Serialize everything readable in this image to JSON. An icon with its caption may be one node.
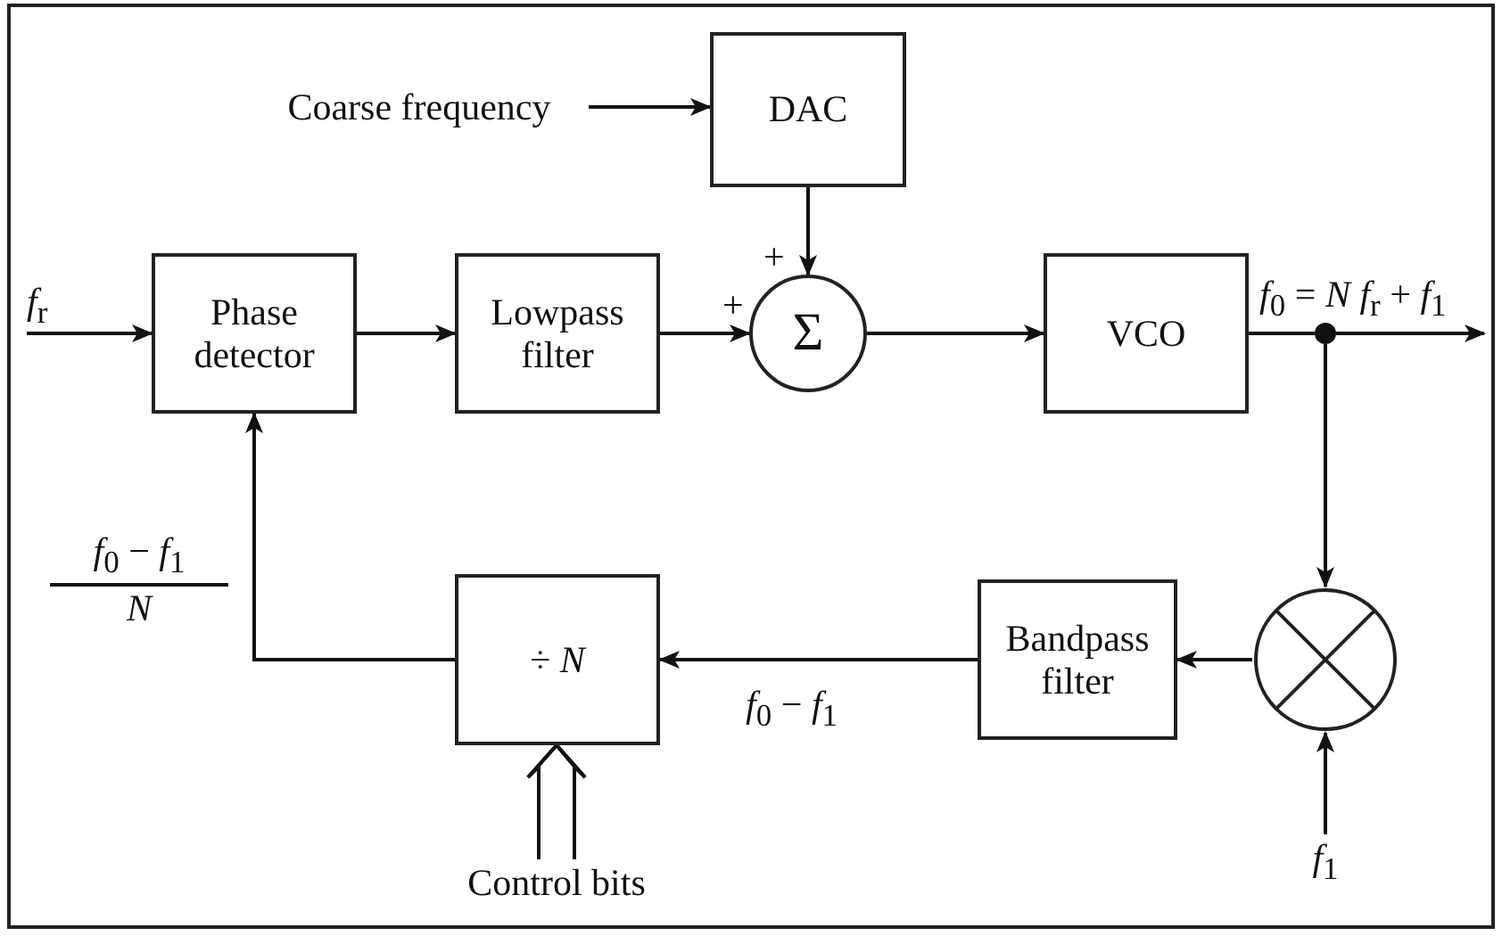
{
  "diagram": {
    "nodes": [
      {
        "text": [
          "Coarse frequency"
        ]
      },
      {
        "text": [
          "DAC"
        ]
      },
      {
        "text": [
          "*f*$_{r}$"
        ]
      },
      {
        "text": [
          "Phase detector"
        ]
      },
      {
        "text": [
          "Lowpass filter"
        ]
      },
      {
        "text": [
          "Σ"
        ]
      },
      {
        "text": [
          "VCO"
        ]
      },
      {
        "text": [],
        "shape": "circle"
      },
      {
        "text": [],
        "shape": "circle"
      },
      {
        "text": [
          "Bandpass filter"
        ]
      },
      {
        "text": [
          "÷ *N*"
        ]
      },
      {
        "text": [
          "Control bits"
        ]
      },
      {
        "text": [
          "*f*$_{1}$"
        ]
      }
    ],
    "edges": [
      {
        "from": 0,
        "to": 1,
        "arrow": "to"
      },
      {
        "from": 1,
        "to": 5,
        "arrow": "to"
      },
      {
        "from": 2,
        "to": 3,
        "arrow": "to"
      },
      {
        "from": 3,
        "to": 4,
        "arrow": "to"
      },
      {
        "from": 4,
        "to": 5,
        "arrow": "to"
      },
      {
        "from": 5,
        "to": 6,
        "arrow": "to"
      },
      {
        "from": 6,
        "to": 7,
        "arrow": "none"
      },
      {
        "from": 7,
        "to": null,
        "arrow": "to",
        "label": "*f*$_{0}$ = *N f*$_{r}$ + *f*$_{1}$"
      },
      {
        "from": 7,
        "to": 8,
        "arrow": "to"
      },
      {
        "from": 8,
        "to": 9,
        "arrow": "to"
      },
      {
        "from": 9,
        "to": 10,
        "arrow": "to",
        "label": "*f*$_{0}$ − *f*$_{1}$"
      },
      {
        "from": 10,
        "to": 3,
        "arrow": "to"
      },
      {
        "from": 11,
        "to": 10,
        "arrow": "to"
      },
      {
        "from": 12,
        "to": 8,
        "arrow": "to"
      }
    ],
    "labels": [
      "+",
      "+",
      "*f*$_{0}$ − *f*$_{1}$",
      "*N*"
    ]
  }
}
